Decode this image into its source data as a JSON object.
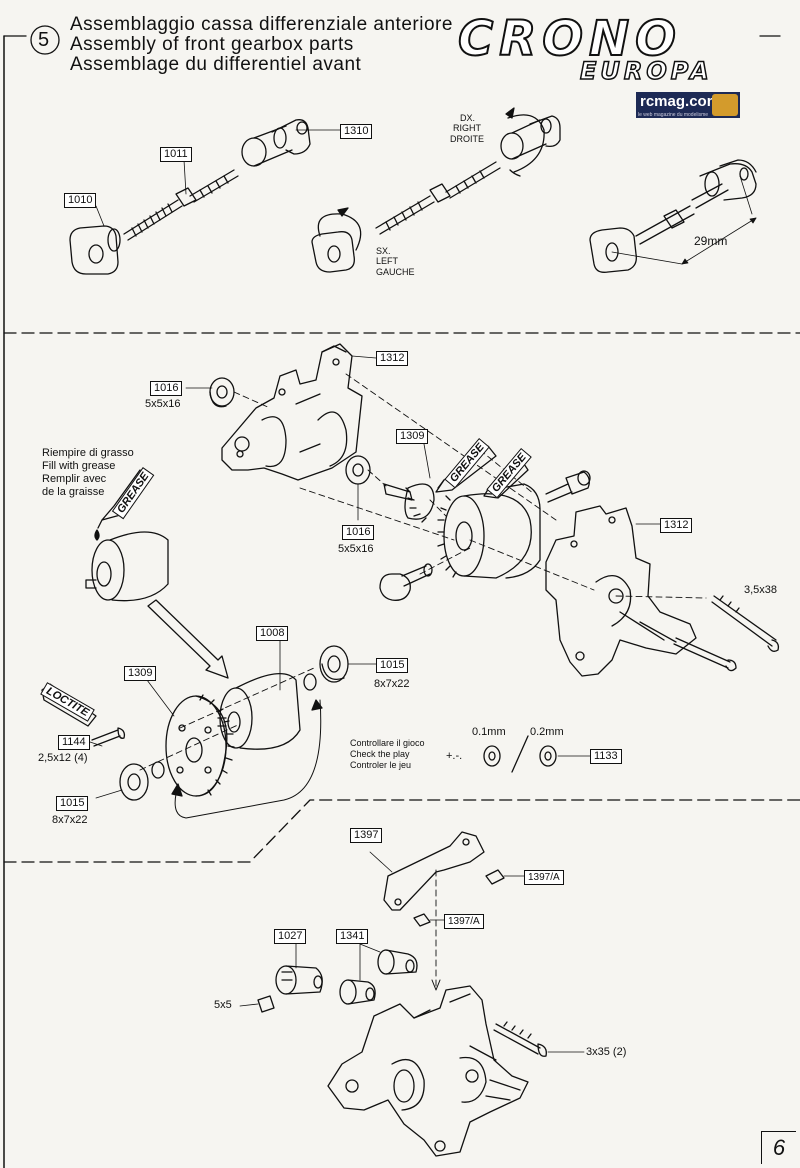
{
  "step_number": "5",
  "header": {
    "title_it": "Assemblaggio cassa differenziale anteriore",
    "title_en": "Assembly of front gearbox parts",
    "title_fr": "Assemblage du differentiel avant"
  },
  "logo": {
    "main": "CRONO",
    "sub": "EUROPA",
    "site": "rcmag.com",
    "site_tagline": "le web magazine du modelisme"
  },
  "page_number": "6",
  "section1": {
    "parts": {
      "p1010": "1010",
      "p1011": "1011",
      "p1310": "1310"
    },
    "right_label": [
      "DX.",
      "RIGHT",
      "DROITE"
    ],
    "left_label": [
      "SX.",
      "LEFT",
      "GAUCHE"
    ],
    "dimension": "29mm"
  },
  "section2": {
    "p1312a": "1312",
    "p1016a": "1016",
    "p1016a_size": "5x5x16",
    "p1309a": "1309",
    "p1016b": "1016",
    "p1016b_size": "5x5x16",
    "p1312b": "1312",
    "screw": "3,5x38",
    "grease_note": [
      "Riempire di grasso",
      "Fill with grease",
      "Remplir avec",
      "de la graisse"
    ],
    "grease_tag": "GREASE",
    "p1008": "1008",
    "p1309b": "1309",
    "p1015a": "1015",
    "p1015a_size": "8x7x22",
    "p1015b": "1015",
    "p1015b_size": "8x7x22",
    "p1144": "1144",
    "p1144_size": "2,5x12 (4)",
    "loctite_tag": "LOCTITE",
    "play_note": [
      "Controllare il gioco",
      "Check the play",
      "Controler le jeu"
    ],
    "shim_sign": "+.-.",
    "shim1": "0.1mm",
    "shim2": "0.2mm",
    "p1133": "1133"
  },
  "section3": {
    "p1397": "1397",
    "p1397a1": "1397/A",
    "p1397a2": "1397/A",
    "p1027": "1027",
    "p1341": "1341",
    "set_screw": "5x5",
    "screw2": "3x35 (2)"
  }
}
